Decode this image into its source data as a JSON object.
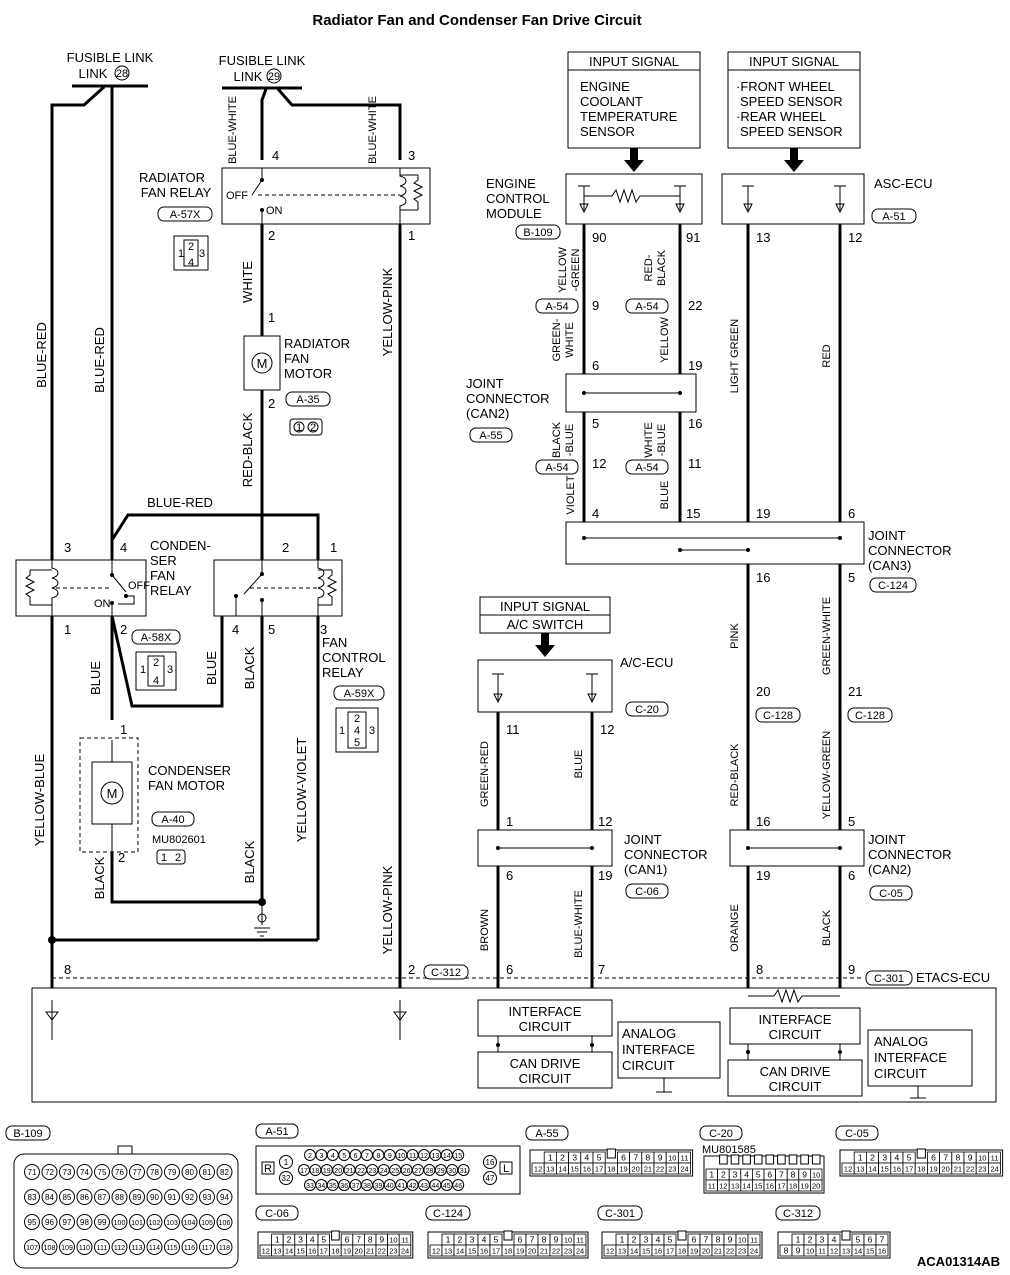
{
  "title": "Radiator Fan and Condenser Fan Drive Circuit",
  "diagram_code": "ACA01314AB",
  "fusible_links": [
    {
      "label": "FUSIBLE LINK",
      "number": "28"
    },
    {
      "label": "FUSIBLE LINK",
      "number": "29"
    }
  ],
  "input_signals": [
    {
      "header": "INPUT SIGNAL",
      "lines": [
        "ENGINE",
        "COOLANT",
        "TEMPERATURE",
        "SENSOR"
      ]
    },
    {
      "header": "INPUT SIGNAL",
      "lines": [
        "·FRONT WHEEL",
        "SPEED SENSOR",
        "·REAR WHEEL",
        "SPEED SENSOR"
      ]
    },
    {
      "header": "INPUT SIGNAL",
      "lines": [
        "A/C SWITCH"
      ]
    }
  ],
  "components": {
    "radiator_fan_relay": {
      "lines": [
        "RADIATOR",
        "FAN RELAY"
      ],
      "connector": "A-57X",
      "off": "OFF",
      "on": "ON"
    },
    "radiator_fan_motor": {
      "lines": [
        "RADIATOR",
        "FAN",
        "MOTOR"
      ],
      "connector": "A-35"
    },
    "condenser_fan_relay": {
      "lines": [
        "CONDEN-",
        "SER",
        "FAN",
        "RELAY"
      ],
      "connector": "A-58X",
      "off": "OFF",
      "on": "ON"
    },
    "fan_control_relay": {
      "lines": [
        "FAN",
        "CONTROL",
        "RELAY"
      ],
      "connector": "A-59X"
    },
    "condenser_fan_motor": {
      "lines": [
        "CONDENSER",
        "FAN MOTOR"
      ],
      "connector": "A-40",
      "part_no": "MU802601"
    },
    "ecm": {
      "lines": [
        "ENGINE",
        "CONTROL",
        "MODULE"
      ],
      "connector": "B-109"
    },
    "asc_ecu": {
      "label": "ASC-ECU",
      "connector": "A-51"
    },
    "ac_ecu": {
      "label": "A/C-ECU",
      "connector": "C-20"
    },
    "jc_can2_a55": {
      "lines": [
        "JOINT",
        "CONNECTOR",
        "(CAN2)"
      ],
      "connector": "A-55"
    },
    "jc_can3": {
      "lines": [
        "JOINT",
        "CONNECTOR",
        "(CAN3)"
      ],
      "connector": "C-124"
    },
    "jc_can1": {
      "lines": [
        "JOINT",
        "CONNECTOR",
        "(CAN1)"
      ],
      "connector": "C-06"
    },
    "jc_can2_c05": {
      "lines": [
        "JOINT",
        "CONNECTOR",
        "(CAN2)"
      ],
      "connector": "C-05"
    },
    "etacs": {
      "label": "ETACS-ECU",
      "connector_left": "C-312",
      "connector_right": "C-301"
    },
    "interface_circuit": [
      "INTERFACE",
      "CIRCUIT"
    ],
    "can_drive_circuit": [
      "CAN DRIVE",
      "CIRCUIT"
    ],
    "analog_interface": [
      "ANALOG",
      "INTERFACE",
      "CIRCUIT"
    ]
  },
  "wire_colors": [
    "BLUE-RED",
    "BLUE-RED",
    "BLUE-WHITE",
    "BLUE-WHITE",
    "WHITE",
    "YELLOW-PINK",
    "RED-BLACK",
    "BLUE-RED",
    "BLUE",
    "BLUE",
    "BLACK",
    "YELLOW-BLUE",
    "BLACK",
    "BLACK",
    "YELLOW-VIOLET",
    "YELLOW-PINK",
    "YELLOW",
    "-GREEN",
    "RED-",
    "BLACK",
    "GREEN-",
    "WHITE",
    "YELLOW",
    "BLACK",
    "-BLUE",
    "WHITE",
    "-BLUE",
    "VIOLET",
    "BLUE",
    "LIGHT GREEN",
    "RED",
    "PINK",
    "GREEN-WHITE",
    "RED-BLACK",
    "YELLOW-GREEN",
    "ORANGE",
    "BLACK",
    "GREEN-RED",
    "BLUE",
    "BROWN",
    "BLUE-WHITE"
  ],
  "inline_connectors": [
    "A-54",
    "A-54",
    "A-54",
    "A-54",
    "C-128",
    "C-128"
  ],
  "bottom_connectors": {
    "b109": {
      "label": "B-109",
      "rows": [
        [
          "71",
          "72",
          "73",
          "74",
          "75",
          "76",
          "77",
          "78",
          "79",
          "80",
          "81",
          "82"
        ],
        [
          "83",
          "84",
          "85",
          "86",
          "87",
          "88",
          "89",
          "90",
          "91",
          "92",
          "93",
          "94"
        ],
        [
          "95",
          "96",
          "97",
          "98",
          "99",
          "100",
          "101",
          "102",
          "103",
          "104",
          "105",
          "106"
        ],
        [
          "107",
          "108",
          "109",
          "110",
          "111",
          "112",
          "113",
          "114",
          "115",
          "116",
          "117",
          "118"
        ]
      ]
    },
    "a51": {
      "label": "A-51",
      "r": "R",
      "l": "L",
      "top": [
        "1",
        "32"
      ],
      "side": [
        "16",
        "47"
      ],
      "rows": [
        [
          "2",
          "3",
          "4",
          "5",
          "6",
          "7",
          "8",
          "9",
          "10",
          "11",
          "12",
          "13",
          "14",
          "15"
        ],
        [
          "17",
          "18",
          "19",
          "20",
          "21",
          "22",
          "23",
          "24",
          "25",
          "26",
          "27",
          "28",
          "29",
          "30",
          "31"
        ],
        [
          "33",
          "34",
          "35",
          "36",
          "37",
          "38",
          "39",
          "40",
          "41",
          "42",
          "43",
          "44",
          "45",
          "46"
        ]
      ]
    },
    "a55": {
      "label": "A-55",
      "rows": [
        [
          "1",
          "2",
          "3",
          "4",
          "5",
          "",
          "6",
          "7",
          "8",
          "9",
          "10",
          "11"
        ],
        [
          "12",
          "13",
          "14",
          "15",
          "16",
          "17",
          "18",
          "19",
          "20",
          "21",
          "22",
          "23",
          "24"
        ]
      ]
    },
    "c20": {
      "label": "C-20",
      "part_no": "MU801585",
      "rows": [
        [
          "",
          "",
          "",
          "",
          "",
          "",
          "",
          "",
          ""
        ],
        [
          "1",
          "2",
          "3",
          "4",
          "5",
          "6",
          "7",
          "8",
          "9",
          "10"
        ],
        [
          "11",
          "12",
          "13",
          "14",
          "15",
          "16",
          "17",
          "18",
          "19",
          "20"
        ]
      ]
    },
    "c05": {
      "label": "C-05",
      "rows": [
        [
          "1",
          "2",
          "3",
          "4",
          "5",
          "",
          "6",
          "7",
          "8",
          "9",
          "10",
          "11"
        ],
        [
          "12",
          "13",
          "14",
          "15",
          "16",
          "17",
          "18",
          "19",
          "20",
          "21",
          "22",
          "23",
          "24"
        ]
      ]
    },
    "c06": {
      "label": "C-06",
      "rows": [
        [
          "1",
          "2",
          "3",
          "4",
          "5",
          "",
          "6",
          "7",
          "8",
          "9",
          "10",
          "11"
        ],
        [
          "12",
          "13",
          "14",
          "15",
          "16",
          "17",
          "18",
          "19",
          "20",
          "21",
          "22",
          "23",
          "24"
        ]
      ]
    },
    "c124": {
      "label": "C-124",
      "rows": [
        [
          "1",
          "2",
          "3",
          "4",
          "5",
          "",
          "6",
          "7",
          "8",
          "9",
          "10",
          "11"
        ],
        [
          "12",
          "13",
          "14",
          "15",
          "16",
          "17",
          "18",
          "19",
          "20",
          "21",
          "22",
          "23",
          "24"
        ]
      ]
    },
    "c301": {
      "label": "C-301",
      "rows": [
        [
          "1",
          "2",
          "3",
          "4",
          "5",
          "",
          "6",
          "7",
          "8",
          "9",
          "10",
          "11"
        ],
        [
          "12",
          "13",
          "14",
          "15",
          "16",
          "17",
          "18",
          "19",
          "20",
          "21",
          "22",
          "23",
          "24"
        ]
      ]
    },
    "c312": {
      "label": "C-312",
      "rows": [
        [
          "1",
          "2",
          "3",
          "4",
          "",
          "5",
          "6",
          "7"
        ],
        [
          "8",
          "9",
          "10",
          "11",
          "12",
          "13",
          "14",
          "15",
          "16"
        ]
      ]
    }
  }
}
